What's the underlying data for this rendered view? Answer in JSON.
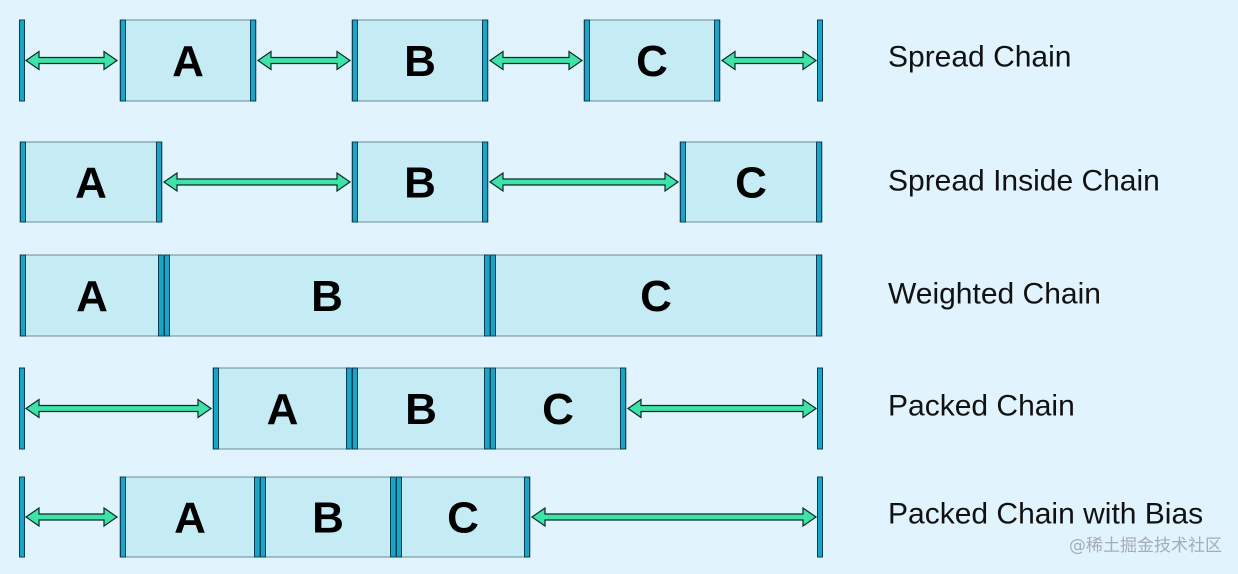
{
  "colors": {
    "background": "#e1f3fd",
    "box_fill": "#c5ebf5",
    "box_border": "#6c8c98",
    "wall": "#17a5c8",
    "wall_border": "#0c3d52",
    "arrow": "#3ee3a8",
    "arrow_border": "#0a2a26"
  },
  "rows": [
    {
      "label": "Spread Chain",
      "boxes": [
        {
          "letter": "A"
        },
        {
          "letter": "B"
        },
        {
          "letter": "C"
        }
      ]
    },
    {
      "label": "Spread Inside Chain",
      "boxes": [
        {
          "letter": "A"
        },
        {
          "letter": "B"
        },
        {
          "letter": "C"
        }
      ]
    },
    {
      "label": "Weighted Chain",
      "boxes": [
        {
          "letter": "A"
        },
        {
          "letter": "B"
        },
        {
          "letter": "C"
        }
      ]
    },
    {
      "label": "Packed Chain",
      "boxes": [
        {
          "letter": "A"
        },
        {
          "letter": "B"
        },
        {
          "letter": "C"
        }
      ]
    },
    {
      "label": "Packed Chain with Bias",
      "boxes": [
        {
          "letter": "A"
        },
        {
          "letter": "B"
        },
        {
          "letter": "C"
        }
      ]
    }
  ],
  "watermark": "@稀土掘金技术社区"
}
